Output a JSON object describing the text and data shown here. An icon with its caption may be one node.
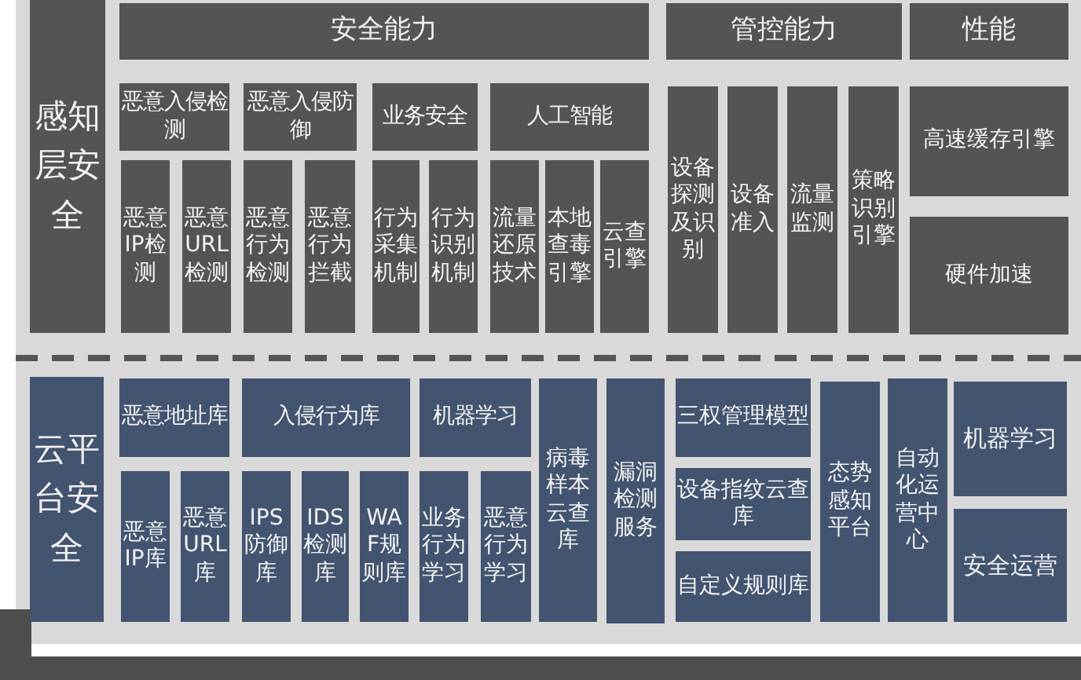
{
  "diagram": {
    "nodes": [
      {
        "text": [
          "感知层安全"
        ]
      },
      {
        "text": [
          "安全能力"
        ]
      },
      {
        "text": [
          "管控能力"
        ]
      },
      {
        "text": [
          "性能"
        ]
      },
      {
        "text": [
          "恶意入侵检测"
        ]
      },
      {
        "text": [
          "恶意入侵防御"
        ]
      },
      {
        "text": [
          "业务安全"
        ]
      },
      {
        "text": [
          "人工智能"
        ]
      },
      {
        "text": [
          "恶意IP检测"
        ]
      },
      {
        "text": [
          "恶意URL检测"
        ]
      },
      {
        "text": [
          "恶意行为检测"
        ]
      },
      {
        "text": [
          "恶意行为拦截"
        ]
      },
      {
        "text": [
          "行为采集机制"
        ]
      },
      {
        "text": [
          "行为识别机制"
        ]
      },
      {
        "text": [
          "流量还原技术"
        ]
      },
      {
        "text": [
          "本地查毒引擎"
        ]
      },
      {
        "text": [
          "云查引擎"
        ]
      },
      {
        "text": [
          "设备探测及识别"
        ]
      },
      {
        "text": [
          "设备准入"
        ]
      },
      {
        "text": [
          "流量监测"
        ]
      },
      {
        "text": [
          "策略识别引擎"
        ]
      },
      {
        "text": [
          "高速缓存引擎"
        ]
      },
      {
        "text": [
          "硬件加速"
        ]
      },
      {
        "text": [
          "云平台安全"
        ]
      },
      {
        "text": [
          "恶意地址库"
        ]
      },
      {
        "text": [
          "入侵行为库"
        ]
      },
      {
        "text": [
          "机器学习"
        ]
      },
      {
        "text": [
          "恶意IP库"
        ]
      },
      {
        "text": [
          "恶意URL库"
        ]
      },
      {
        "text": [
          "IPS防御库"
        ]
      },
      {
        "text": [
          "IDS检测库"
        ]
      },
      {
        "text": [
          "WAF规则库"
        ]
      },
      {
        "text": [
          "业务行为学习"
        ]
      },
      {
        "text": [
          "恶意行为学习"
        ]
      },
      {
        "text": [
          "病毒样本云查库"
        ]
      },
      {
        "text": [
          "漏洞检测服务"
        ]
      },
      {
        "text": [
          "三权管理模型"
        ]
      },
      {
        "text": [
          "设备指纹云查库"
        ]
      },
      {
        "text": [
          "自定义规则库"
        ]
      },
      {
        "text": [
          "态势感知平台"
        ]
      },
      {
        "text": [
          "自动化运营中心"
        ]
      },
      {
        "text": [
          "机器学习"
        ]
      },
      {
        "text": [
          "安全运营"
        ]
      }
    ]
  }
}
